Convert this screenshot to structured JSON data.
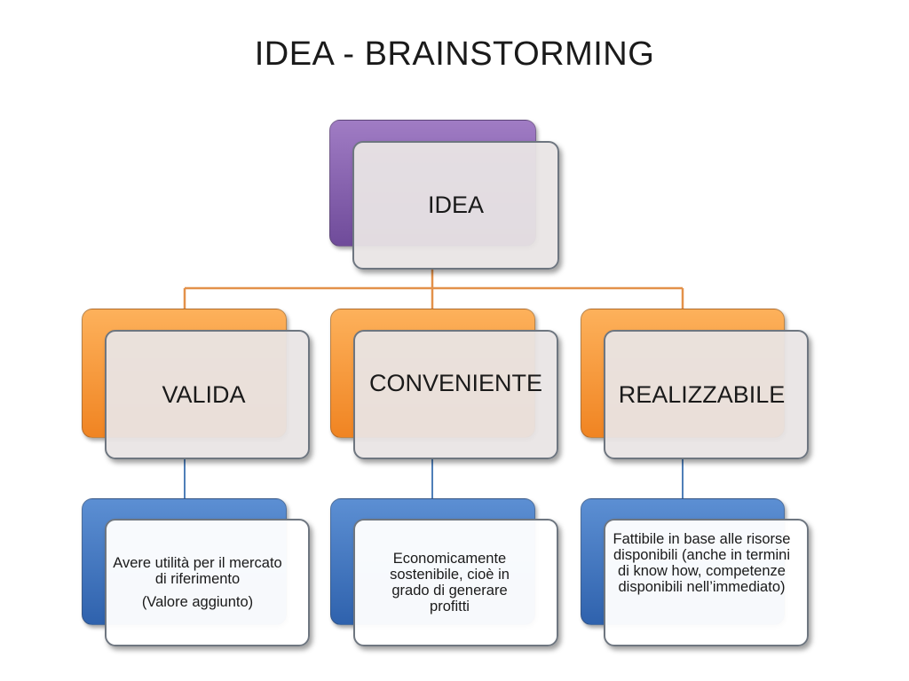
{
  "title": "IDEA - BRAINSTORMING",
  "colors": {
    "root_accent": "#7d58a9",
    "branch_accent": "#f7922f",
    "detail_accent": "#3d72bf",
    "connector_top": "#e3914a",
    "connector_bottom": "#4f7fb8"
  },
  "root": {
    "label": "IDEA"
  },
  "branches": [
    {
      "label": "VALIDA",
      "detail": [
        "Avere utilità per il mercato di riferimento",
        "(Valore aggiunto)"
      ]
    },
    {
      "label": "CONVENIENTE",
      "detail": [
        "Economicamente sostenibile, cioè in grado di generare profitti"
      ]
    },
    {
      "label": "REALIZZABILE",
      "detail": [
        "Fattibile in base alle risorse disponibili (anche in termini di know how, competenze disponibili nell’immediato)"
      ]
    }
  ]
}
